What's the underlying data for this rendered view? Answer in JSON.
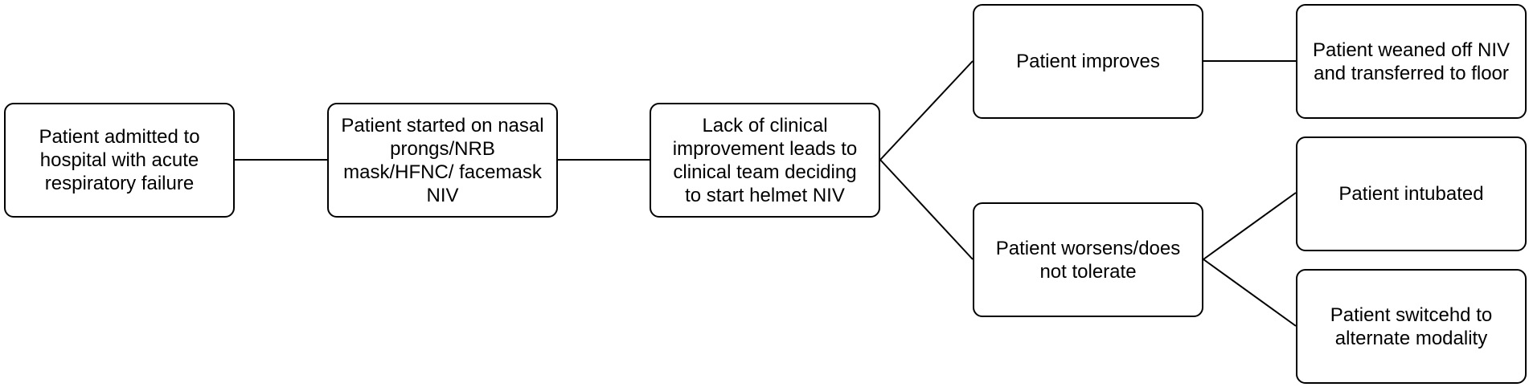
{
  "flowchart": {
    "nodes": {
      "admitted": "Patient admitted to\nhospital with acute\nrespiratory failure",
      "started": "Patient started on nasal\nprongs/NRB\nmask/HFNC/ facemask\nNIV",
      "lack_of_improvement": "Lack of clinical\nimprovement leads to\nclinical team deciding\nto start helmet NIV",
      "improves": "Patient improves",
      "weaned": "Patient weaned off NIV\nand transferred to floor",
      "worsens": "Patient worsens/does\nnot tolerate",
      "intubated": "Patient intubated",
      "switched": "Patient switcehd to\nalternate modality"
    }
  }
}
